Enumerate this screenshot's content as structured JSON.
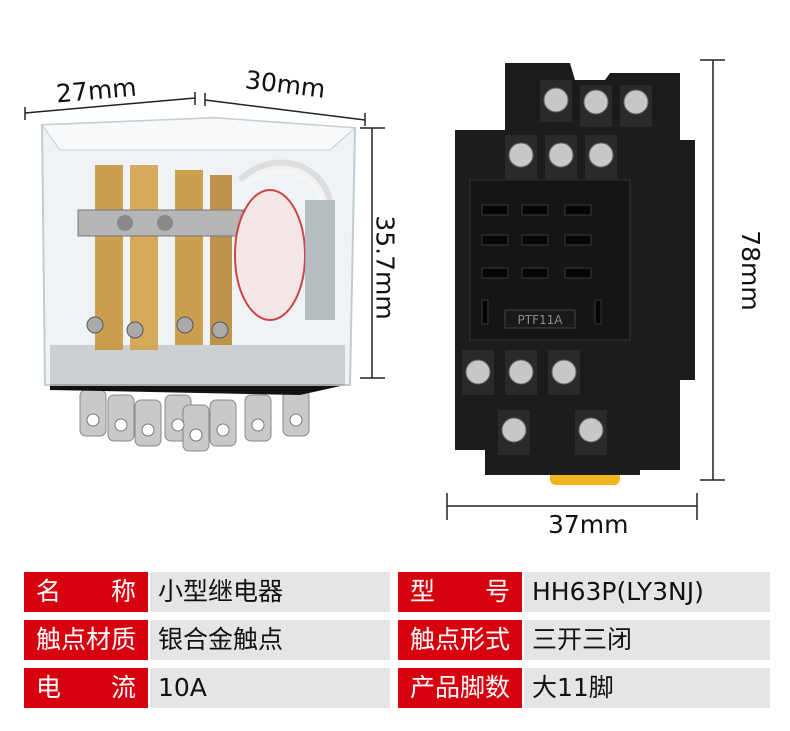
{
  "dimensions": {
    "relay_depth": "27mm",
    "relay_width": "30mm",
    "relay_height": "35.7mm",
    "socket_height": "78mm",
    "socket_width": "37mm"
  },
  "socket_marking": "PTF11A",
  "specs": [
    {
      "left_label_chars": [
        "名",
        "称"
      ],
      "left_value": "小型继电器",
      "right_label_chars": [
        "型",
        "号"
      ],
      "right_value": "HH63P(LY3NJ)"
    },
    {
      "left_label_chars": [
        "触点材质"
      ],
      "left_value": "银合金触点",
      "right_label_chars": [
        "触点形式"
      ],
      "right_value": "三开三闭"
    },
    {
      "left_label_chars": [
        "电",
        "流"
      ],
      "left_value": "10A",
      "right_label_chars": [
        "产品脚数"
      ],
      "right_value": "大11脚"
    }
  ],
  "colors": {
    "label_bg": "#d7000f",
    "value_bg": "#e5e5e5",
    "socket_body": "#1a1a1a",
    "relay_base": "#111111"
  }
}
